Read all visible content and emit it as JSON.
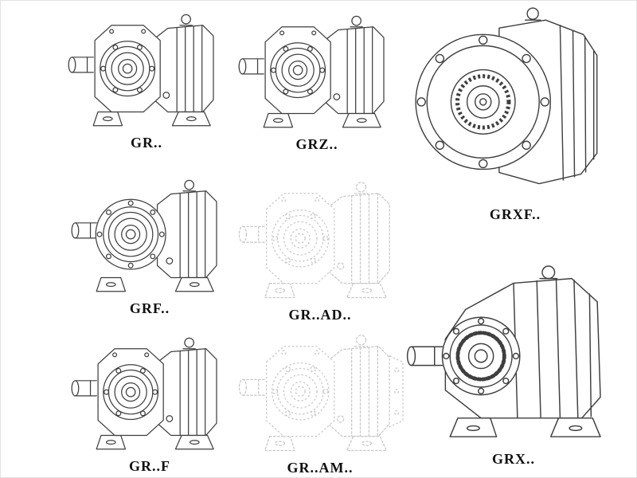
{
  "palette": {
    "background": "#ffffff",
    "line_color": "#3f3f3f",
    "ghost_line_color": "#c9c9c9",
    "label_color": "#101010"
  },
  "figures": [
    {
      "label": "GR..",
      "style": "solid",
      "description": "helical gearbox, foot mounted, input shaft"
    },
    {
      "label": "GRZ..",
      "style": "solid",
      "description": "helical gearbox, foot mounted, input shaft"
    },
    {
      "label": "GRXF..",
      "style": "solid",
      "description": "helical gearbox, front output flange view"
    },
    {
      "label": "GRF..",
      "style": "solid",
      "description": "helical gearbox with round input flange"
    },
    {
      "label": "GR..AD..",
      "style": "ghost",
      "description": "helical gearbox, adapter version, dashed outline"
    },
    {
      "label": "GR..F",
      "style": "solid",
      "description": "helical gearbox, foot mounted, input shaft"
    },
    {
      "label": "GR..AM..",
      "style": "ghost",
      "description": "helical gearbox with rear motor flange, dashed outline"
    },
    {
      "label": "GRX..",
      "style": "solid",
      "description": "large helical gearbox, foot mounted"
    }
  ]
}
